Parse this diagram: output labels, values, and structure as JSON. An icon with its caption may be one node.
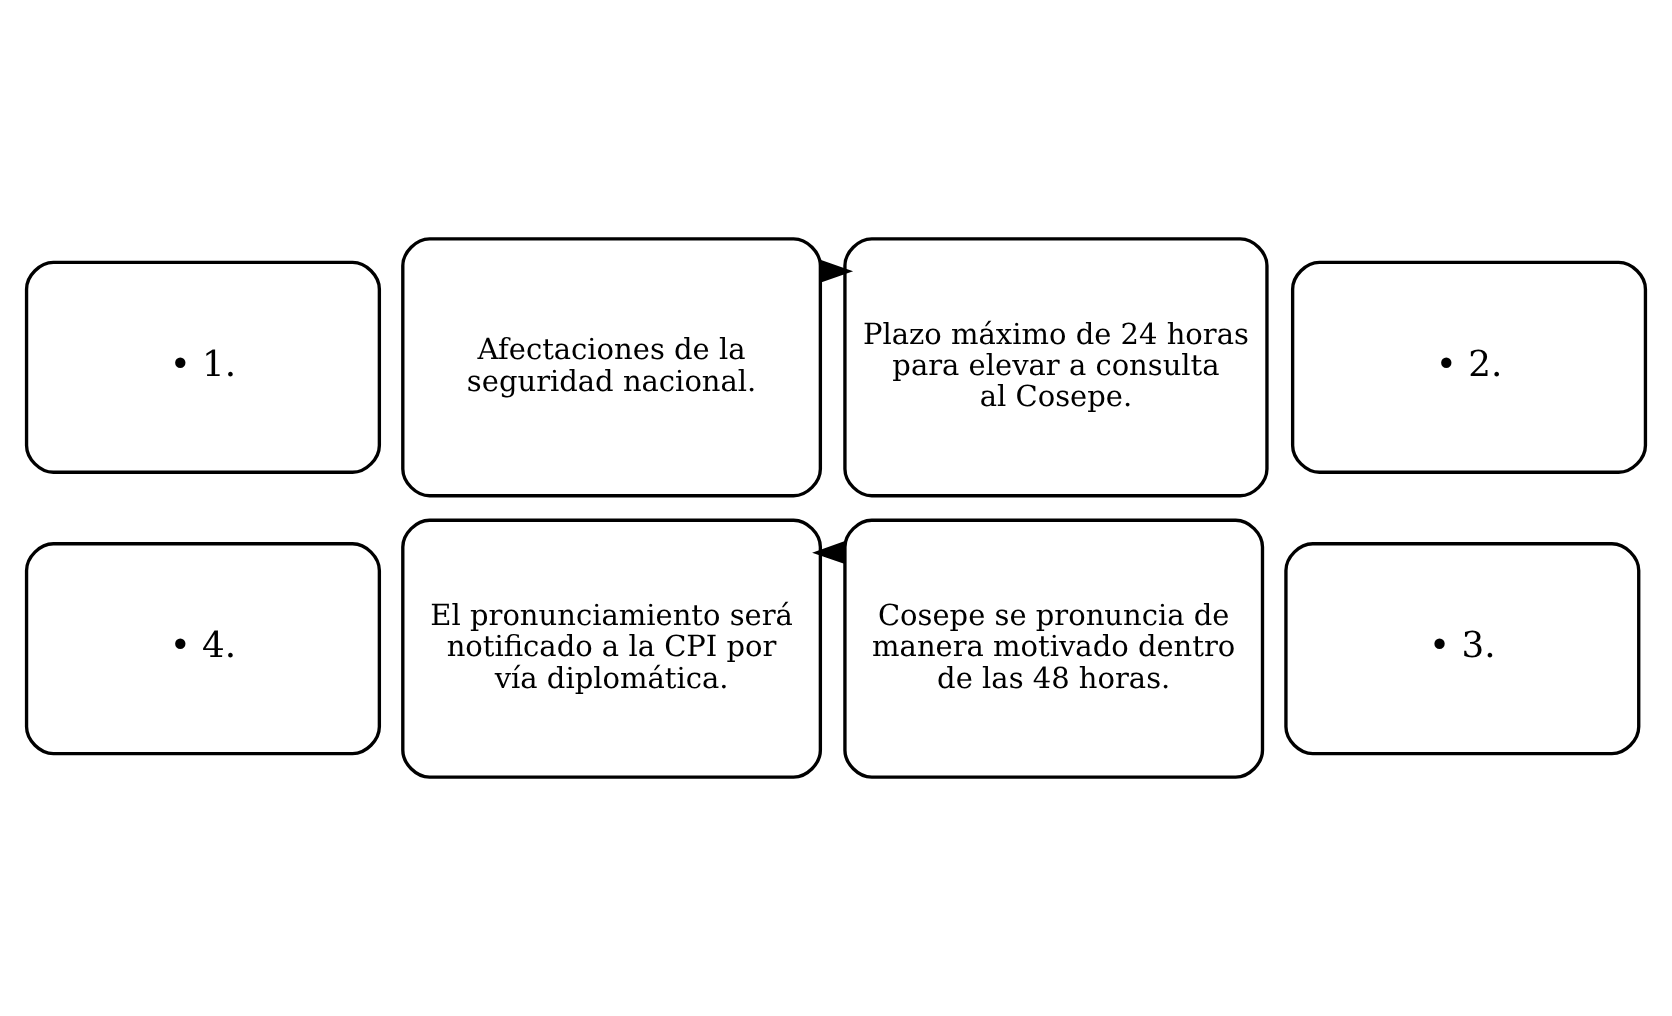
{
  "diagram": {
    "nodes": [
      {
        "text": [
          "• 1."
        ]
      },
      {
        "text": [
          "• 2."
        ]
      },
      {
        "text": [
          "Afectaciones de la seguridad nacional."
        ]
      },
      {
        "text": [
          "Plazo máximo de 24 horas para elevar a consulta al Cosepe."
        ]
      },
      {
        "text": [
          "El pronunciamiento será notificado a la CPI por vía diplomática."
        ]
      },
      {
        "text": [
          "Cosepe se pronuncia de manera motivado dentro de las 48 horas."
        ]
      },
      {
        "text": [
          "• 4."
        ]
      },
      {
        "text": [
          "• 3."
        ]
      }
    ],
    "edges": [
      {
        "from": 2,
        "to": 3,
        "arrow": "to"
      },
      {
        "from": 5,
        "to": 4,
        "arrow": "to"
      }
    ]
  }
}
